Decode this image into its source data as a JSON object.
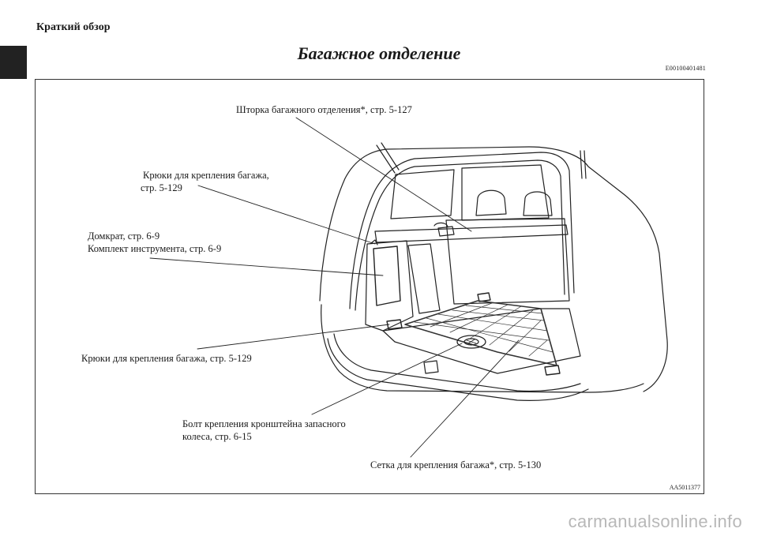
{
  "header": {
    "section": "Краткий обзор",
    "title": "Багажное отделение",
    "doc_code": "E00100401481"
  },
  "figure": {
    "image_code": "AA5011377",
    "callouts": {
      "cover": "Шторка багажного отделения*, стр. 5-127",
      "hooks_upper_1": "Крюки для крепления багажа,",
      "hooks_upper_2": "стр. 5-129",
      "jack_1": "Домкрат, стр. 6-9",
      "jack_2": "Комплект инструмента, стр. 6-9",
      "hooks_lower": "Крюки для крепления багажа, стр. 5-129",
      "bolt_1": "Болт крепления кронштейна запасного",
      "bolt_2": "колеса, стр. 6-15",
      "net": "Сетка для крепления багажа*, стр. 5-130"
    }
  },
  "watermark": "carmanualsonline.info"
}
